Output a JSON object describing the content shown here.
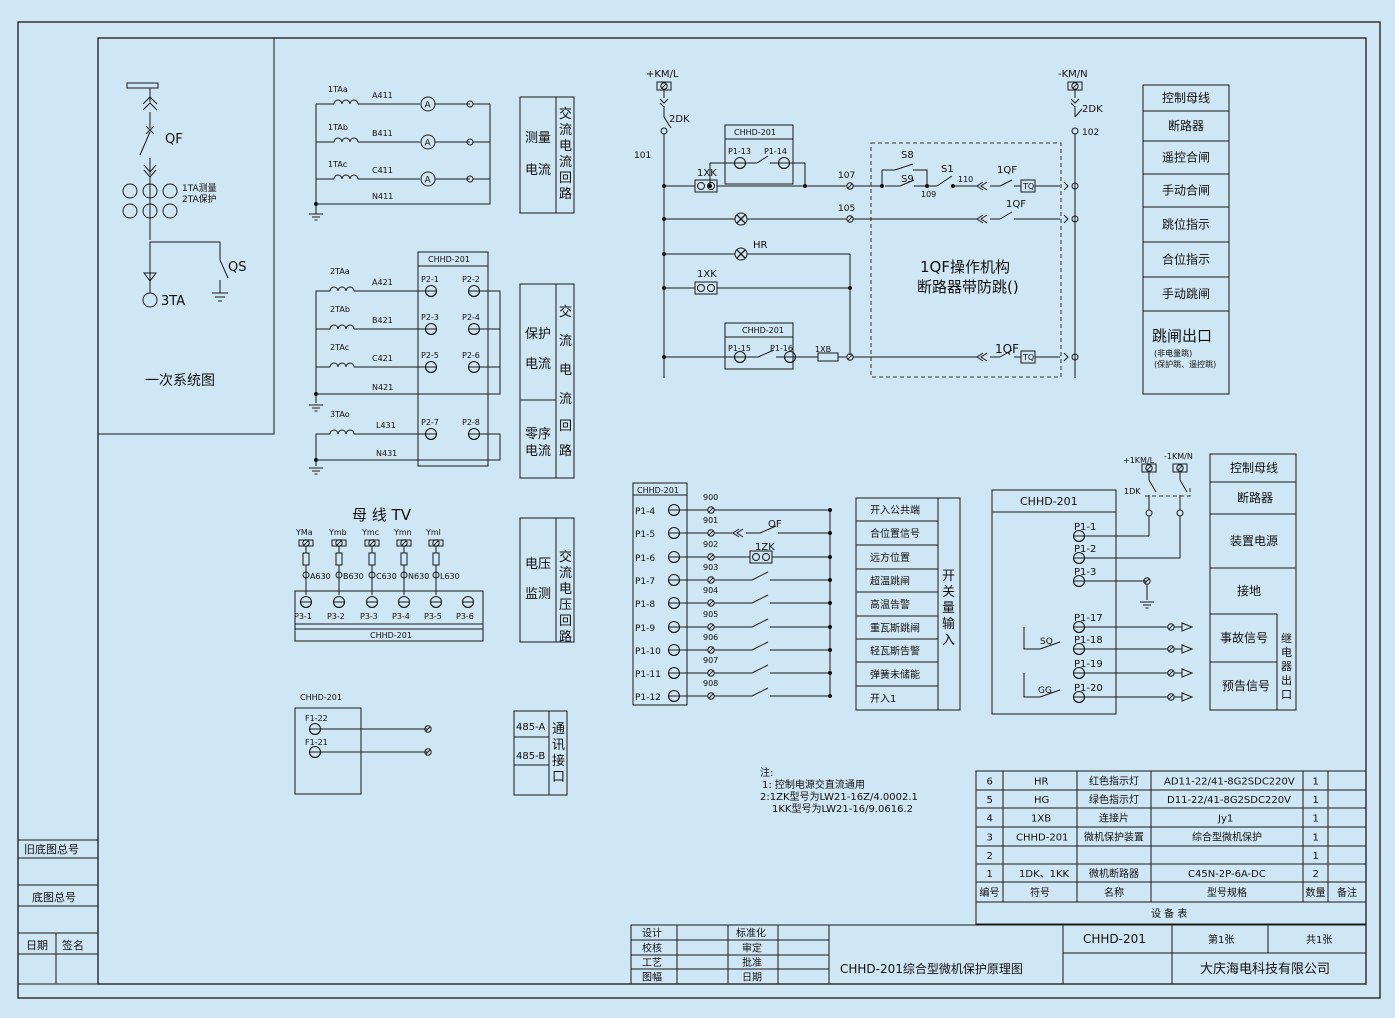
{
  "primary": {
    "qf": "QF",
    "ta1": "1TA测量",
    "ta2": "2TA保护",
    "qs": "QS",
    "ta3": "3TA",
    "caption": "一次系统图"
  },
  "meas": {
    "ta": [
      "1TAa",
      "1TAb",
      "1TAc"
    ],
    "lines": [
      "A411",
      "B411",
      "C411",
      "N411"
    ],
    "meter": "A",
    "side": [
      "测量",
      "电流"
    ],
    "side2": [
      "交",
      "流",
      "电",
      "流",
      "回",
      "路"
    ]
  },
  "prot": {
    "device": "CHHD-201",
    "ta": [
      "2TAa",
      "2TAb",
      "2TAc",
      "3TAo"
    ],
    "lines": [
      "A421",
      "B421",
      "C421",
      "N421",
      "L431",
      "N431"
    ],
    "pins_left": [
      "P2-1",
      "P2-3",
      "P2-5",
      "P2-7"
    ],
    "pins_right": [
      "P2-2",
      "P2-4",
      "P2-6",
      "P2-8"
    ],
    "side_a": [
      "保护",
      "电流"
    ],
    "side_b": [
      "零序",
      "电流"
    ],
    "side2": [
      "交",
      "流",
      "电",
      "流",
      "回",
      "路"
    ]
  },
  "tv": {
    "title": "母 线 TV",
    "taps": [
      "YMa",
      "Ymb",
      "Ymc",
      "Ymn",
      "Yml"
    ],
    "lines": [
      "A630",
      "B630",
      "C630",
      "N630",
      "L630"
    ],
    "pins": [
      "P3-1",
      "P3-2",
      "P3-3",
      "P3-4",
      "P3-5",
      "P3-6"
    ],
    "device": "CHHD-201",
    "side": [
      "电压",
      "监测"
    ],
    "side2": [
      "交",
      "流",
      "电",
      "压",
      "回",
      "路"
    ]
  },
  "comm": {
    "device": "CHHD-201",
    "pins": [
      "F1-22",
      "F1-21"
    ],
    "ports": [
      "485-A",
      "485-B"
    ],
    "side": [
      "通",
      "讯",
      "接",
      "口"
    ]
  },
  "ctrl": {
    "plus": "+KM/L",
    "minus": "-KM/N",
    "fuse": "2DK",
    "n101": "101",
    "n102": "102",
    "n107": "107",
    "n105": "105",
    "n109": "109",
    "n110": "110",
    "device": "CHHD-201",
    "p113": "P1-13",
    "p114": "P1-14",
    "p115": "P1-15",
    "p116": "P1-16",
    "xk": "1XK",
    "xb": "1XB",
    "hr": "HR",
    "s8": "S8",
    "s9": "S9",
    "s1": "S1",
    "qf": "1QF",
    "tq": "TQ",
    "mech1": "1QF操作机构",
    "mech2": "断路器带防跳()"
  },
  "ctrl_labels": [
    "控制母线",
    "断路器",
    "遥控合闸",
    "手动合闸",
    "跳位指示",
    "合位指示",
    "手动跳闸",
    "跳闸出口"
  ],
  "ctrl_note": [
    "(非电量跳)",
    "(保护跳、遥控跳)"
  ],
  "di": {
    "device": "CHHD-201",
    "pins": [
      "P1-4",
      "P1-5",
      "P1-6",
      "P1-7",
      "P1-8",
      "P1-9",
      "P1-10",
      "P1-11",
      "P1-12"
    ],
    "nums": [
      "900",
      "901",
      "902",
      "903",
      "904",
      "905",
      "906",
      "907",
      "908"
    ],
    "of": "OF",
    "zk": "1ZK",
    "labels": [
      "开入公共端",
      "合位置信号",
      "远方位置",
      "超温跳闸",
      "高温告警",
      "重瓦斯跳闸",
      "轻瓦斯告警",
      "弹簧未储能",
      "开入1"
    ],
    "side": [
      "开",
      "关",
      "量",
      "输",
      "入"
    ]
  },
  "pwr": {
    "device": "CHHD-201",
    "plus": "+1KM/L",
    "minus": "-1KM/N",
    "dk": "1DK",
    "pins": [
      "P1-1",
      "P1-2",
      "P1-3",
      "P1-17",
      "P1-18",
      "P1-19",
      "P1-20"
    ],
    "sq": "SQ",
    "gg": "GG",
    "labels": [
      "控制母线",
      "断路器",
      "装置电源",
      "接地",
      "事故信号",
      "预告信号"
    ],
    "side": [
      "继",
      "电",
      "器",
      "出",
      "口"
    ]
  },
  "notes": [
    "注:",
    "1: 控制电源交直流通用",
    "2:1ZK型号为LW21-16Z/4.0002.1",
    "1KK型号为LW21-16/9.0616.2"
  ],
  "bom": {
    "rows": [
      [
        "6",
        "HR",
        "红色指示灯",
        "AD11-22/41-8G2SDC220V",
        "1",
        ""
      ],
      [
        "5",
        "HG",
        "绿色指示灯",
        "D11-22/41-8G2SDC220V",
        "1",
        ""
      ],
      [
        "4",
        "1XB",
        "连接片",
        "Jy1",
        "1",
        ""
      ],
      [
        "3",
        "CHHD-201",
        "微机保护装置",
        "综合型微机保护",
        "1",
        ""
      ],
      [
        "2",
        "",
        "",
        "",
        "1",
        ""
      ],
      [
        "1",
        "1DK、1KK",
        "微机断路器",
        "C45N-2P-6A-DC",
        "2",
        ""
      ]
    ],
    "header": [
      "编号",
      "符号",
      "名称",
      "型号规格",
      "数量",
      "备注"
    ],
    "caption": "设 备 表"
  },
  "title_block": {
    "roles": [
      "设计",
      "校核",
      "工艺",
      "图幅"
    ],
    "roles2": [
      "标准化",
      "审定",
      "批准",
      "日期"
    ],
    "code": "CHHD-201",
    "sheet": "第1张",
    "total": "共1张",
    "title": "CHHD-201综合型微机保护原理图",
    "company": "大庆海电科技有限公司"
  },
  "left_strip": [
    "旧底图总号",
    "底图总号",
    "日期",
    "签名"
  ]
}
